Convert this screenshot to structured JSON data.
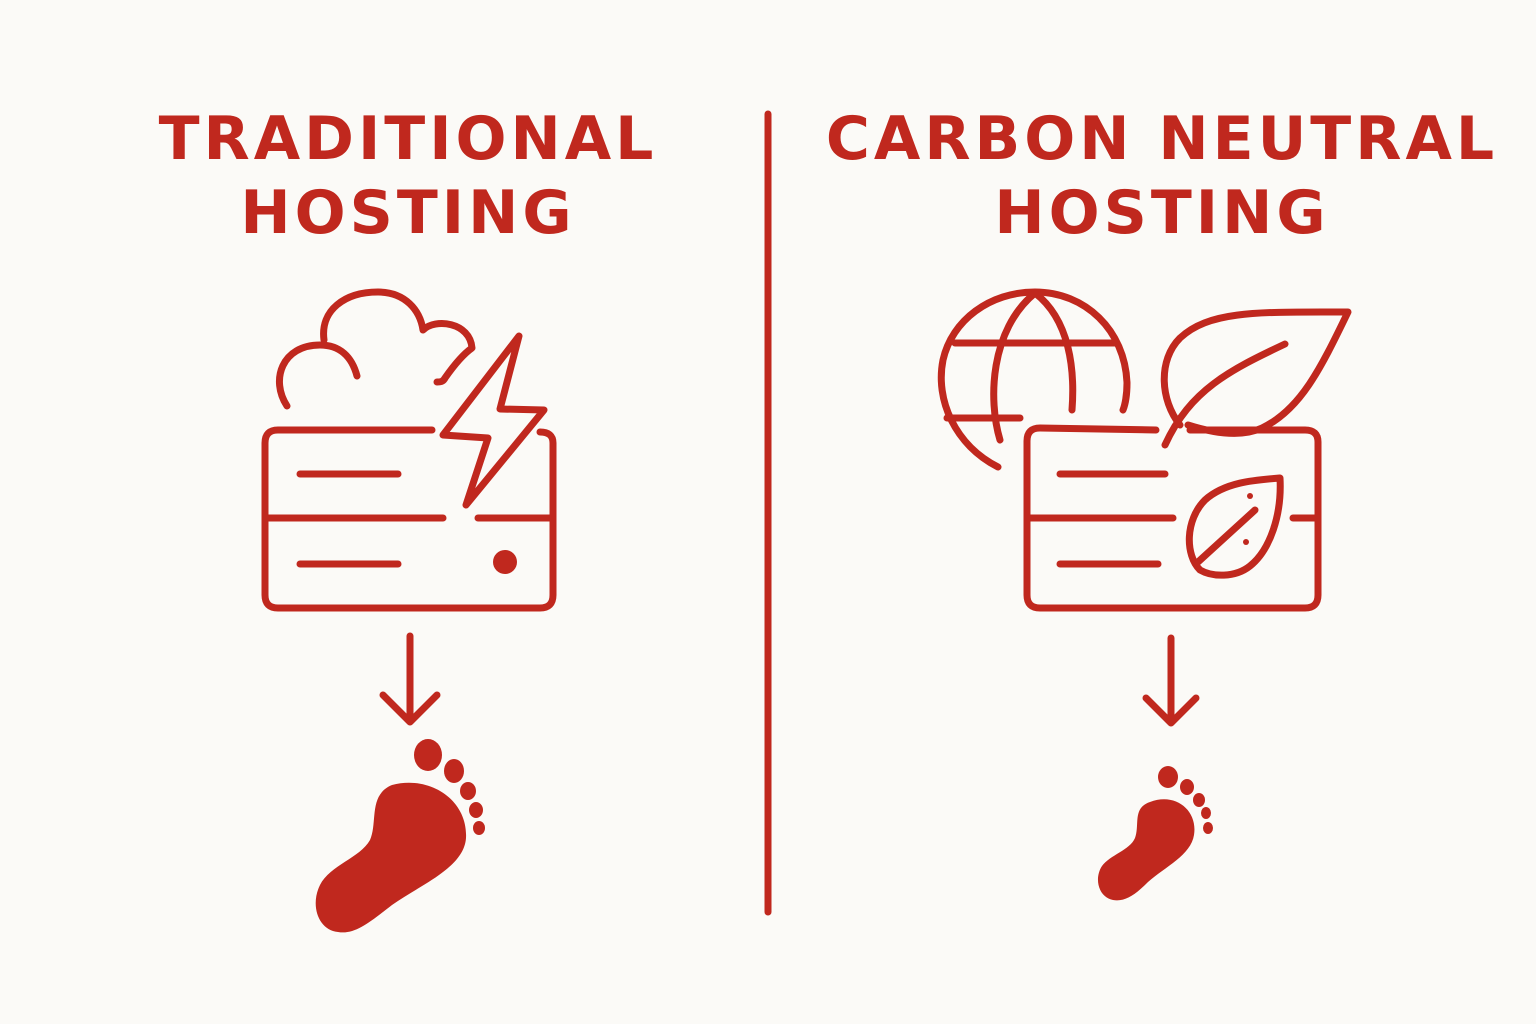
{
  "left_panel": {
    "title_line1": "TRADITIONAL",
    "title_line2": "HOSTING",
    "icons": [
      "cloud-icon",
      "lightning-icon",
      "server-icon",
      "arrow-down-icon",
      "large-footprint-icon"
    ]
  },
  "right_panel": {
    "title_line1": "CARBON NEUTRAL",
    "title_line2": "HOSTING",
    "icons": [
      "globe-icon",
      "leaf-icon",
      "server-icon",
      "arrow-down-icon",
      "small-footprint-icon"
    ]
  },
  "colors": {
    "accent": "#c0281e",
    "background": "#fbfaf7"
  }
}
